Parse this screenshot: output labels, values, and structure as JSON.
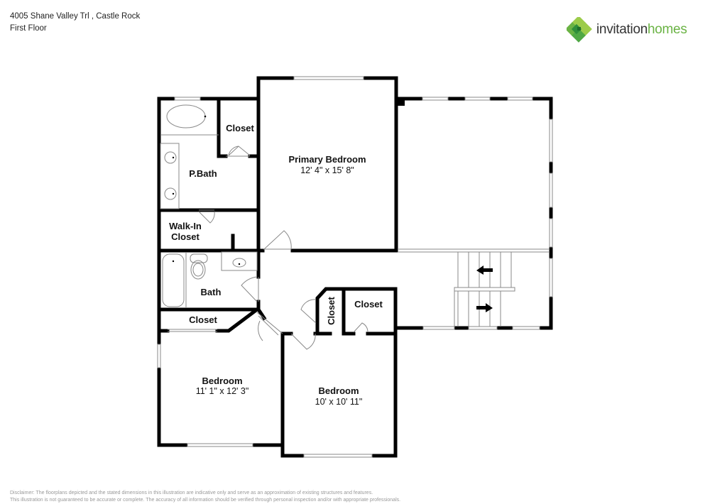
{
  "header": {
    "address": "4005 Shane Valley Trl , Castle Rock",
    "floor": "First Floor"
  },
  "logo": {
    "word1": "invitation",
    "word2": "homes",
    "colors": {
      "dark_green": "#2f8f3a",
      "mid_green": "#4fa845",
      "light_green": "#9ccc4a",
      "text_dark": "#333333",
      "text_green": "#6ab344"
    }
  },
  "rooms": {
    "primary_bedroom": {
      "name": "Primary Bedroom",
      "dims": "12' 4\" x 15' 8\""
    },
    "primary_closet": {
      "name": "Closet"
    },
    "primary_bath": {
      "name": "P.Bath"
    },
    "walk_in_closet": {
      "line1": "Walk-In",
      "line2": "Closet"
    },
    "bath": {
      "name": "Bath"
    },
    "hall_closet_left": {
      "name": "Closet"
    },
    "hall_closet_vertical": {
      "name": "Closet"
    },
    "hall_closet_right": {
      "name": "Closet"
    },
    "bedroom_2": {
      "name": "Bedroom",
      "dims": "11' 1\" x 12' 3\""
    },
    "bedroom_3": {
      "name": "Bedroom",
      "dims": "10' x 10' 11\""
    }
  },
  "disclaimer": {
    "line1": "Disclaimer: The floorplans depicted and the stated dimensions in this illustration are indicative only and serve as an approximation of existing structures and features.",
    "line2": "This illustration is not guaranteed to be accurate or complete. The accuracy of all information should be verified through personal inspection and/or with appropriate professionals."
  }
}
